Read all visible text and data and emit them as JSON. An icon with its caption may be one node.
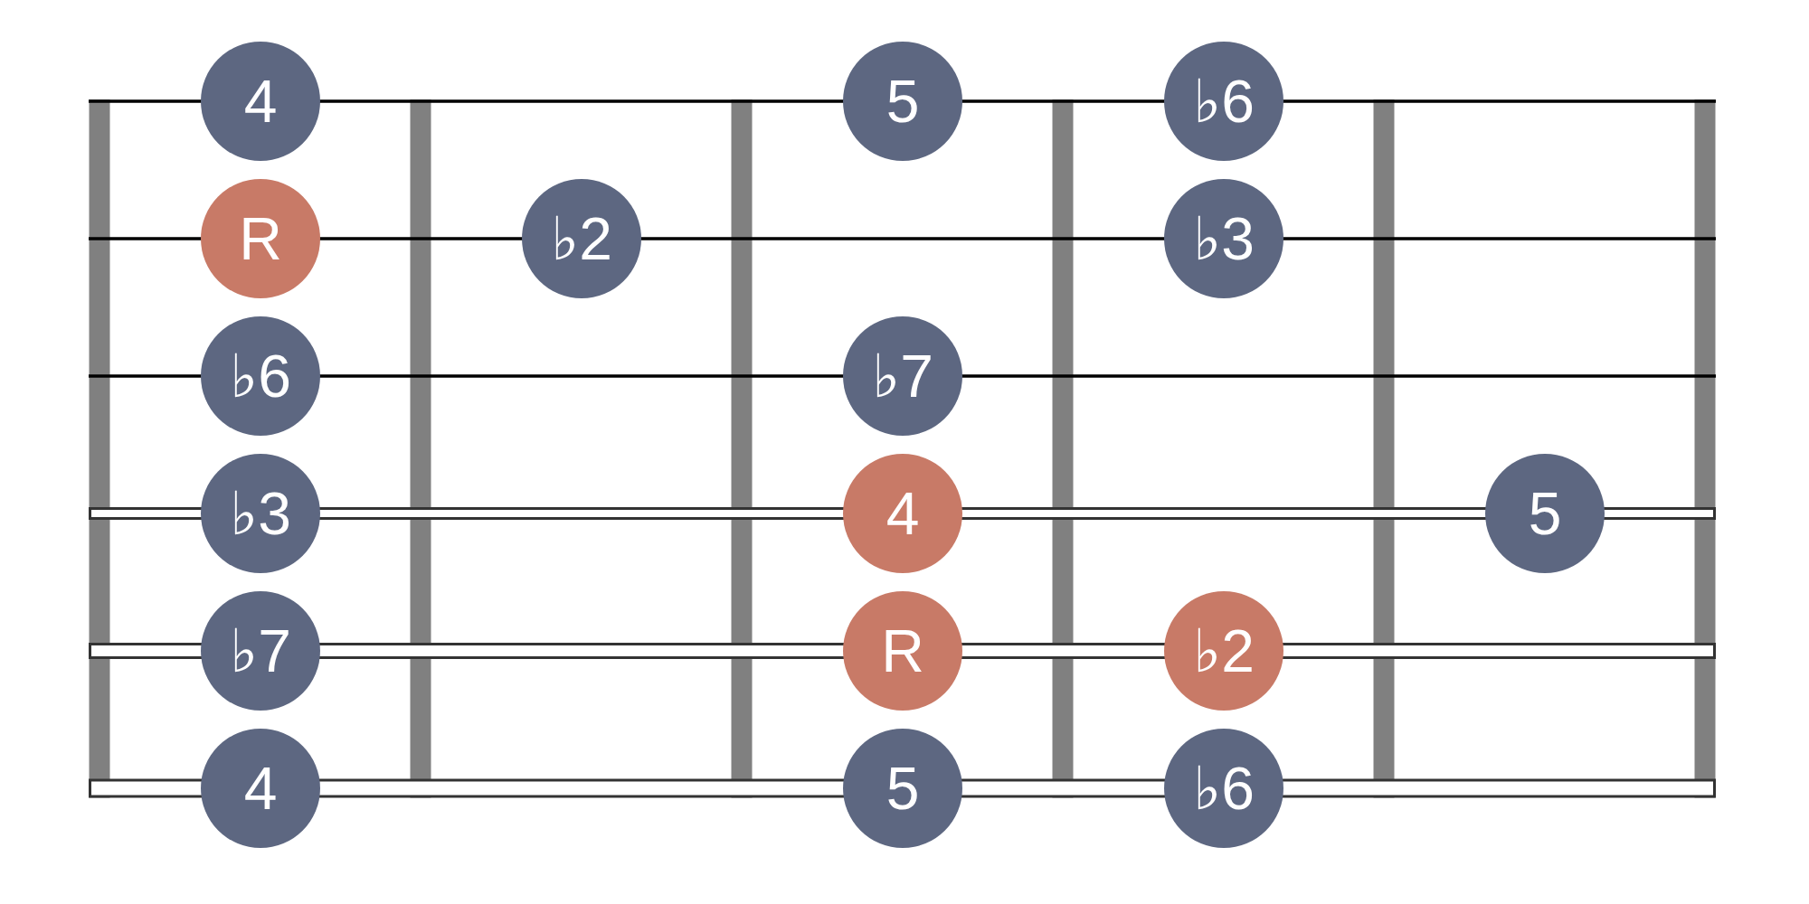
{
  "diagram": {
    "nodes": [
      {
        "text": [
          "4"
        ]
      },
      {
        "text": [
          "5"
        ]
      },
      {
        "text": [
          "♭6"
        ]
      },
      {
        "text": [
          "R"
        ]
      },
      {
        "text": [
          "♭2"
        ]
      },
      {
        "text": [
          "♭3"
        ]
      },
      {
        "text": [
          "♭6"
        ]
      },
      {
        "text": [
          "♭7"
        ]
      },
      {
        "text": [
          "♭3"
        ]
      },
      {
        "text": [
          "4"
        ]
      },
      {
        "text": [
          "5"
        ]
      },
      {
        "text": [
          "♭7"
        ]
      },
      {
        "text": [
          "R"
        ]
      },
      {
        "text": [
          "♭2"
        ]
      },
      {
        "text": [
          "4"
        ]
      },
      {
        "text": [
          "5"
        ]
      },
      {
        "text": [
          "♭6"
        ]
      }
    ]
  }
}
